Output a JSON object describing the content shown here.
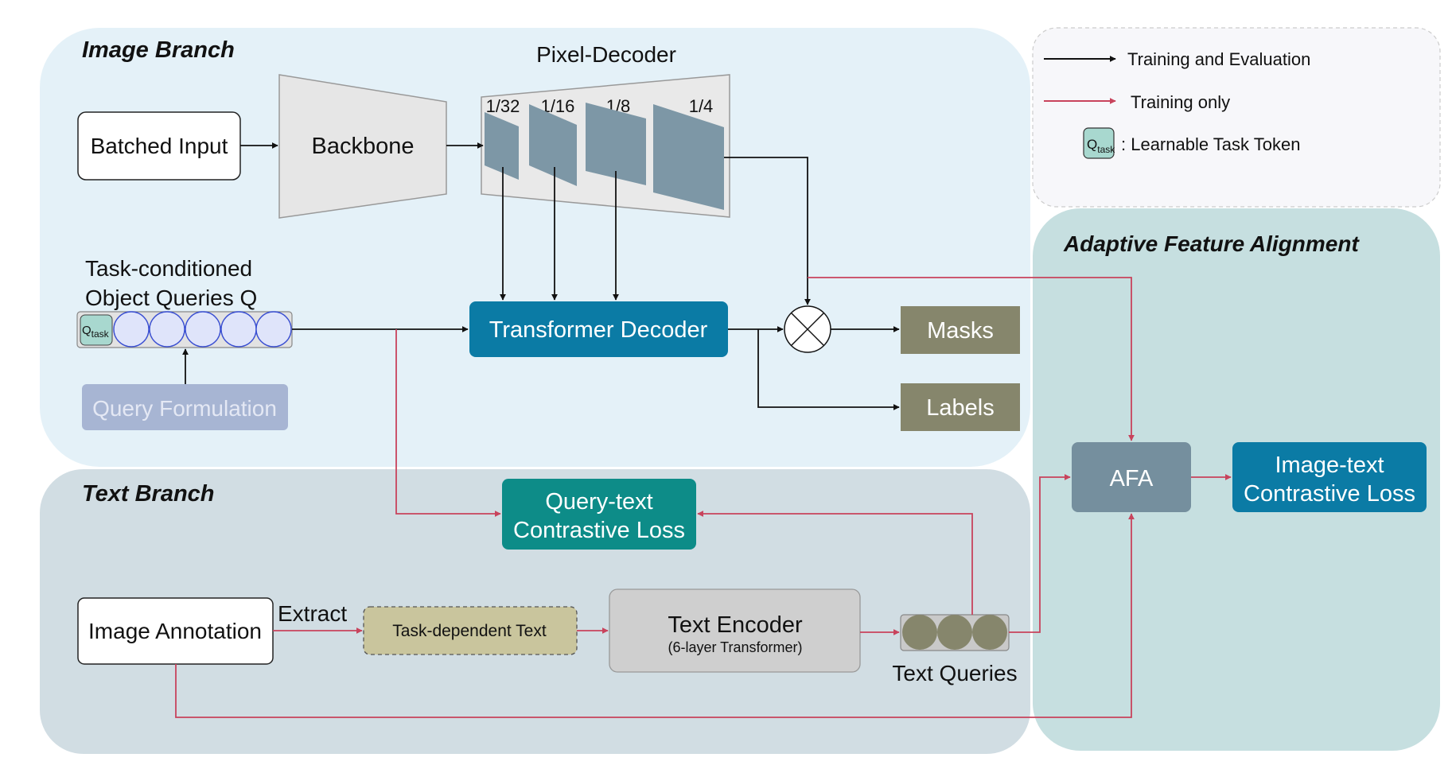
{
  "regions": {
    "image_branch": "Image Branch",
    "text_branch": "Text Branch",
    "afa_region": "Adaptive Feature Alignment"
  },
  "legend": {
    "train_eval": "Training and Evaluation",
    "train_only": "Training only",
    "token_q": "Q",
    "token_sub": "task",
    "token_desc": ": Learnable Task Token"
  },
  "nodes": {
    "batched_input": "Batched Input",
    "backbone": "Backbone",
    "pixel_decoder": "Pixel-Decoder",
    "scale_1_32": "1/32",
    "scale_1_16": "1/16",
    "scale_1_8": "1/8",
    "scale_1_4": "1/4",
    "queries_line1": "Task-conditioned",
    "queries_line2": "Object Queries Q",
    "q_task_q": "Q",
    "q_task_sub": "task",
    "query_formulation": "Query Formulation",
    "transformer_decoder": "Transformer Decoder",
    "masks": "Masks",
    "labels": "Labels",
    "afa": "AFA",
    "itc_line1": "Image-text",
    "itc_line2": "Contrastive Loss",
    "qtc_line1": "Query-text",
    "qtc_line2": "Contrastive Loss",
    "image_annotation": "Image Annotation",
    "extract": "Extract",
    "task_text": "Task-dependent Text",
    "text_encoder": "Text Encoder",
    "text_encoder_sub": "(6-layer Transformer)",
    "text_queries": "Text Queries"
  },
  "colors": {
    "image_branch_bg": "#e4f1f8",
    "text_branch_bg": "#d1dde3",
    "afa_region_bg": "#c6dfe0",
    "legend_bg": "#f7f7fa",
    "black_arrow": "#111111",
    "red_arrow": "#c8435c",
    "decoder_blue": "#0b7ba5",
    "afa_gray": "#758f9e",
    "output_olive": "#86866c",
    "teal": "#0d8c88",
    "feature_map": "#7d97a6",
    "query_circle": "#dfe4fa",
    "query_formulation": "#a7b5d3",
    "task_text_fill": "#c9c59d"
  }
}
